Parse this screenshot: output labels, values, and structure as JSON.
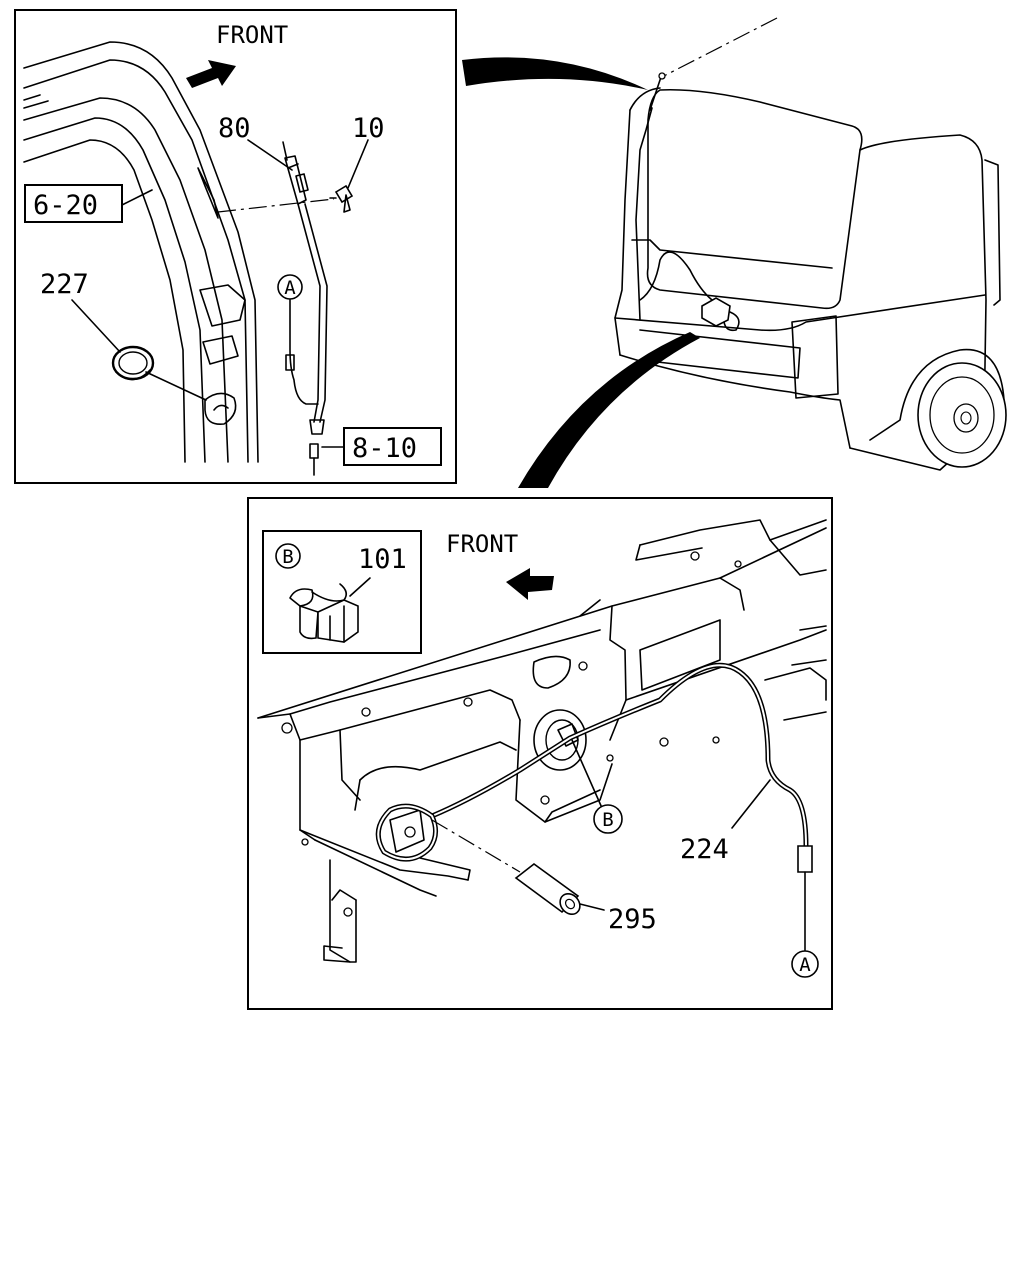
{
  "panels": {
    "top_left": {
      "direction_label": "FRONT",
      "labels": {
        "antenna": "80",
        "bolt": "10",
        "ref_body": "6-20",
        "grommet": "227",
        "ref_harness": "8-10",
        "callout_a": "A"
      }
    },
    "bottom": {
      "direction_label": "FRONT",
      "labels": {
        "clip": "101",
        "cable": "224",
        "sleeve": "295",
        "callout_a": "A",
        "callout_b": "B",
        "inset_callout_b": "B"
      }
    }
  }
}
